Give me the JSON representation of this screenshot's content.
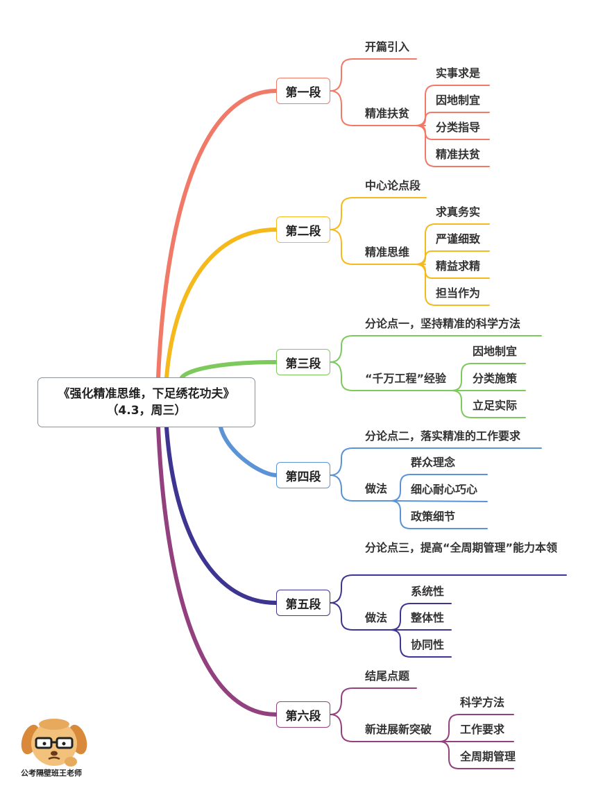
{
  "root": {
    "title": "《强化精准思维，下足绣花功夫》",
    "subtitle": "（4.3，周三）"
  },
  "colors": {
    "seg1": "#f07a67",
    "seg2": "#f5b91c",
    "seg3": "#7dc95e",
    "seg4": "#5b93d6",
    "seg5": "#3d3591",
    "seg6": "#93407f"
  },
  "segments": [
    {
      "label": "第一段",
      "topic": "开篇引入",
      "sub": "精准扶贫",
      "items": [
        "实事求是",
        "因地制宜",
        "分类指导",
        "精准扶贫"
      ]
    },
    {
      "label": "第二段",
      "topic": "中心论点段",
      "sub": "精准思维",
      "items": [
        "求真务实",
        "严谨细致",
        "精益求精",
        "担当作为"
      ]
    },
    {
      "label": "第三段",
      "topic": "分论点一，坚持精准的科学方法",
      "sub": "“千万工程”经验",
      "items": [
        "因地制宜",
        "分类施策",
        "立足实际"
      ]
    },
    {
      "label": "第四段",
      "topic": "分论点二，落实精准的工作要求",
      "sub": "做法",
      "items": [
        "群众理念",
        "细心耐心巧心",
        "政策细节"
      ]
    },
    {
      "label": "第五段",
      "topic": "分论点三，提高“全周期管理”能力本领",
      "sub": "做法",
      "items": [
        "系统性",
        "整体性",
        "协同性"
      ]
    },
    {
      "label": "第六段",
      "topic": "结尾点题",
      "sub": "新进展新突破",
      "items": [
        "科学方法",
        "工作要求",
        "全周期管理"
      ]
    }
  ],
  "watermark": {
    "text": "公考隔壁班王老师",
    "icon": "glasses-dog-icon"
  }
}
